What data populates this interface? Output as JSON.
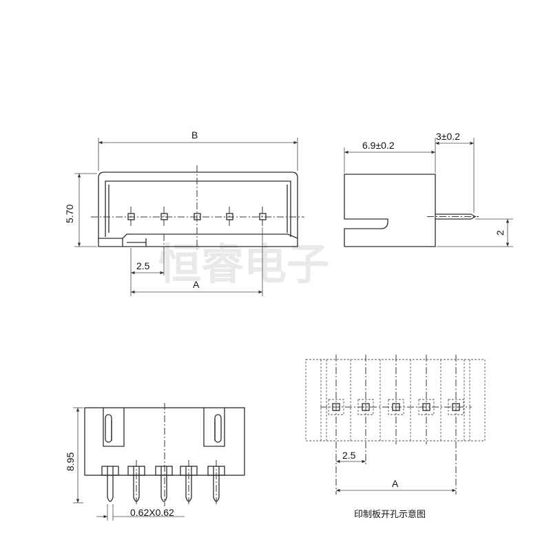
{
  "watermark": "恒睿电子",
  "dimensions": {
    "width_b": "B",
    "height_570": "5.70",
    "pitch_top": "2.5",
    "span_top": "A",
    "depth": "6.9±0.2",
    "pin_ext": "3±0.2",
    "pin_height": "2",
    "height_895": "8.95",
    "pin_size": "0.62X0.62",
    "pitch_pcb": "2.5",
    "span_pcb": "A"
  },
  "pcb_caption": "印制板开孔示意图"
}
